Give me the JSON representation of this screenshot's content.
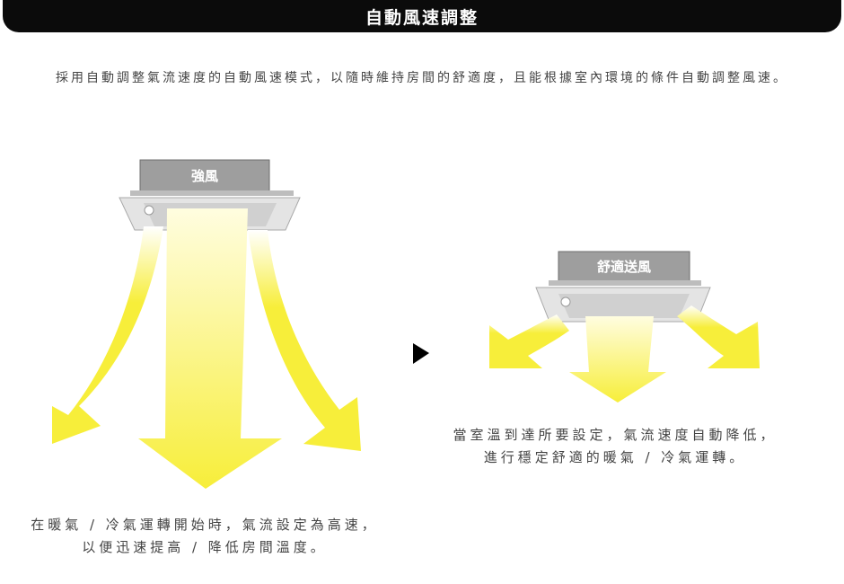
{
  "title": "自動風速調整",
  "intro": "採用自動調整氣流速度的自動風速模式，以隨時維持房間的舒適度，且能根據室內環境的條件自動調整風速。",
  "left_panel": {
    "unit_label": "強風",
    "caption_line1": "在暖氣 / 冷氣運轉開始時，氣流設定為高速，",
    "caption_line2": "以便迅速提高 / 降低房間溫度。"
  },
  "right_panel": {
    "unit_label": "舒適送風",
    "caption_line1": "當室溫到達所要設定，氣流速度自動降低，",
    "caption_line2": "進行穩定舒適的暖氣 / 冷氣運轉。"
  },
  "colors": {
    "arrow": "#f7ee3a",
    "arrow_glow": "#fbf6a8",
    "unit_body": "#9e9e9e",
    "unit_panel": "#e6e6e6",
    "title_bar": "#0b0b0b"
  },
  "icons": {
    "transition": "play-triangle-icon"
  }
}
